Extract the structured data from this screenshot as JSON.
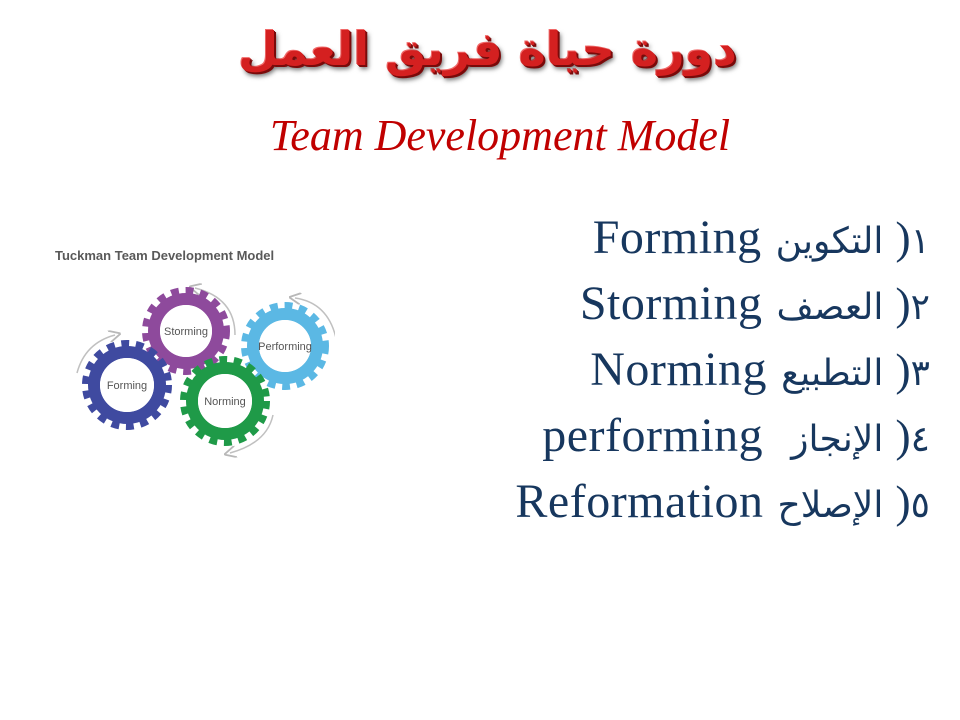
{
  "slide": {
    "title_ar": "دورة حياة فريق العمل",
    "subtitle_en": "Team Development Model",
    "colors": {
      "title": "#d42020",
      "subtitle": "#c00000",
      "list_text": "#17375e"
    }
  },
  "stages": [
    {
      "number": "١",
      "arabic": "التكوين",
      "english": "Forming"
    },
    {
      "number": "٢",
      "arabic": "العصف",
      "english": "Storming"
    },
    {
      "number": "٣",
      "arabic": "التطبيع",
      "english": "Norming"
    },
    {
      "number": "٤",
      "arabic": "الإنجاز",
      "english": "performing"
    },
    {
      "number": "٥",
      "arabic": "الإصلاح",
      "english": "Reformation"
    }
  ],
  "diagram": {
    "title": "Tuckman Team Development Model",
    "gears": [
      {
        "label": "Forming",
        "color": "#3f4aa0"
      },
      {
        "label": "Storming",
        "color": "#8e4a9c"
      },
      {
        "label": "Norming",
        "color": "#1f9a48"
      },
      {
        "label": "Performing",
        "color": "#5bb8e4"
      }
    ],
    "arrow_color": "#b8b8b8"
  }
}
